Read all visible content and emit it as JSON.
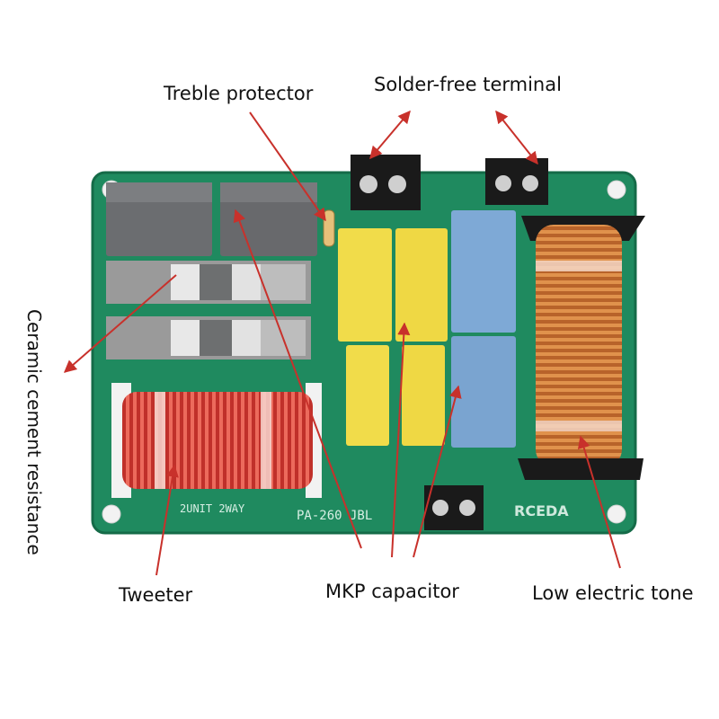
{
  "board": {
    "model_label": "PA-260 JBL",
    "unit_label": "2UNIT 2WAY",
    "brand_label": "RCEDA"
  },
  "callouts": {
    "treble_protector": "Treble protector",
    "solder_free_terminal": "Solder-free terminal",
    "ceramic_cement_resistance": "Ceramic cement resistance",
    "tweeter": "Tweeter",
    "mkp_capacitor": "MKP capacitor",
    "low_electric_tone": "Low electric tone"
  },
  "colors": {
    "pcb": "#1f8a5f",
    "arrow": "#c8312b",
    "grey_cap": "#6b6d70",
    "yellow_cap": "#f1dc4a",
    "blue_cap": "#7ea9d6",
    "copper_coil": "#c2712c",
    "red_coil": "#d8433a"
  }
}
